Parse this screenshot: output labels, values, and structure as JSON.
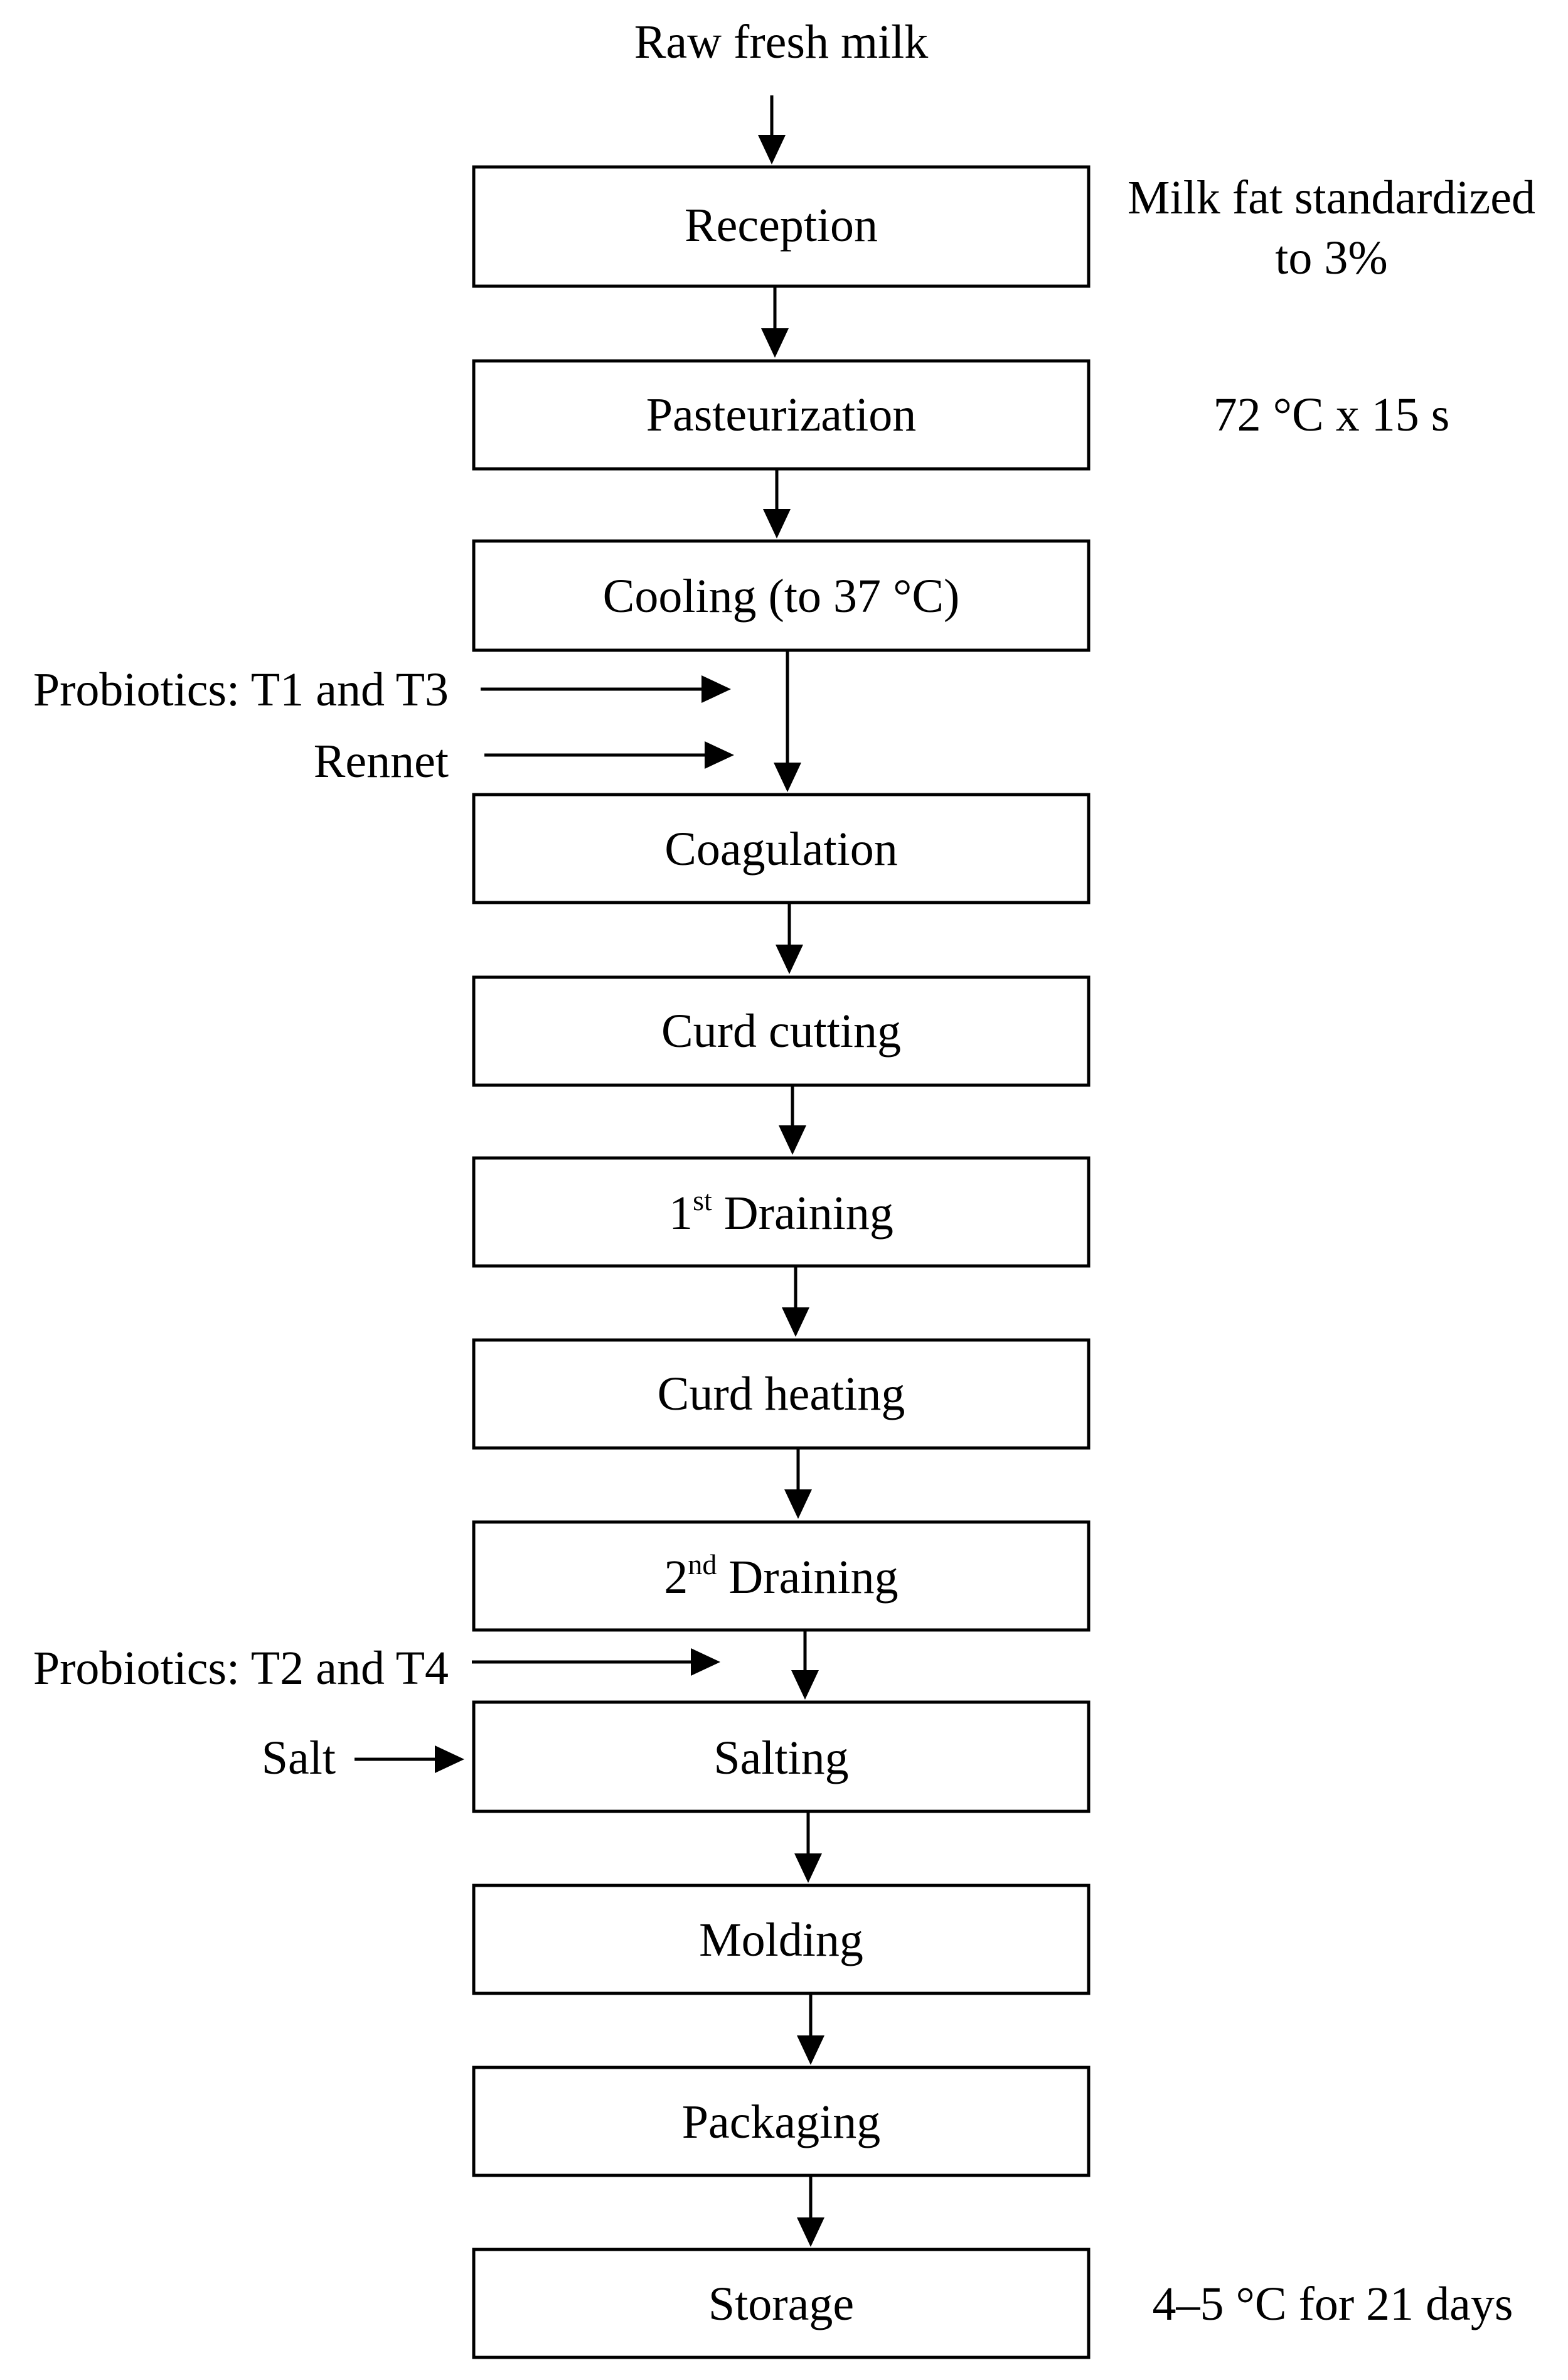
{
  "diagram": {
    "input": "Raw fresh milk",
    "steps": {
      "reception": "Reception",
      "pasteurization": "Pasteurization",
      "cooling": "Cooling (to 37 °C)",
      "coagulation": "Coagulation",
      "curd_cutting": "Curd cutting",
      "draining1_num": "1",
      "draining1_sup": "st",
      "draining1_text": " Draining",
      "curd_heating": "Curd heating",
      "draining2_num": "2",
      "draining2_sup": "nd",
      "draining2_text": " Draining",
      "salting": "Salting",
      "molding": "Molding",
      "packaging": "Packaging",
      "storage": "Storage"
    },
    "notes": {
      "reception_line1": "Milk fat standardized",
      "reception_line2": "to 3%",
      "pasteurization": "72 °C x 15 s",
      "storage": "4–5 °C for 21 days"
    },
    "additions": {
      "probiotics_t1_t3": "Probiotics: T1 and T3",
      "rennet": "Rennet",
      "probiotics_t2_t4": "Probiotics: T2 and T4",
      "salt": "Salt"
    }
  }
}
